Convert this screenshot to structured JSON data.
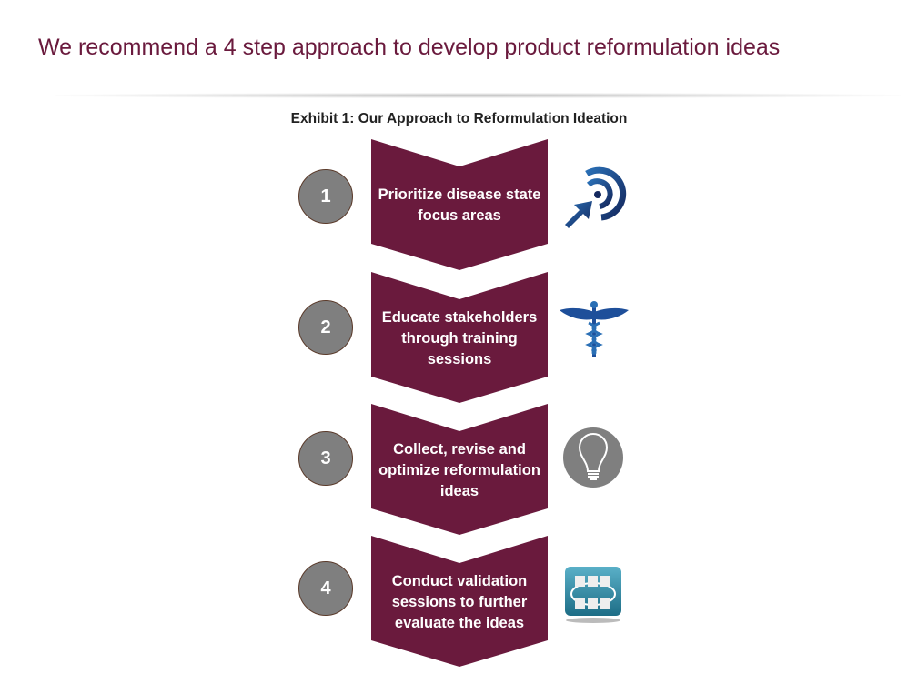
{
  "title": "We recommend a 4 step approach to develop product reformulation ideas",
  "exhibit_title": "Exhibit 1: Our Approach to Reformulation Ideation",
  "steps": [
    {
      "number": "1",
      "text": "Prioritize disease state focus areas",
      "icon": "target-icon"
    },
    {
      "number": "2",
      "text": "Educate stakeholders through training sessions",
      "icon": "caduceus-icon"
    },
    {
      "number": "3",
      "text": "Collect, revise and optimize reformulation ideas",
      "icon": "lightbulb-icon"
    },
    {
      "number": "4",
      "text": "Conduct validation sessions to further evaluate the ideas",
      "icon": "meeting-icon"
    }
  ],
  "colors": {
    "chevron": "#6a1a3d",
    "circle": "#7f7f7f",
    "title": "#6a1a3d"
  }
}
